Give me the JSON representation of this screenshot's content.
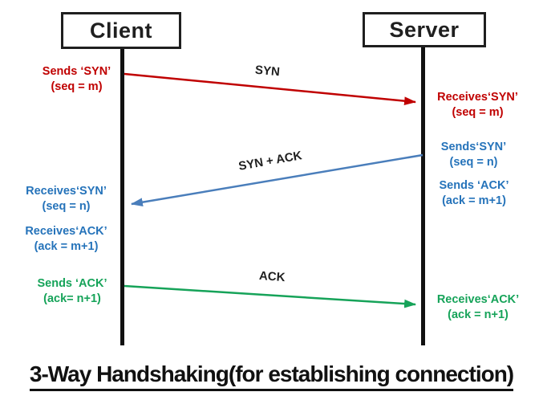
{
  "title": "3-Way Handshaking(for establishing connection)",
  "actors": {
    "client": "Client",
    "server": "Server"
  },
  "messages": {
    "syn": "SYN",
    "syn_ack": "SYN + ACK",
    "ack": "ACK"
  },
  "annotations": {
    "client_sends_syn": {
      "line1": "Sends ‘SYN’",
      "line2": "(seq = m)"
    },
    "server_receives_syn": {
      "line1": "Receives‘SYN’",
      "line2": "(seq = m)"
    },
    "server_sends_syn": {
      "line1": "Sends‘SYN’",
      "line2": "(seq = n)"
    },
    "server_sends_ack": {
      "line1": "Sends ‘ACK’",
      "line2": "(ack = m+1)"
    },
    "client_receives_syn": {
      "line1": "Receives‘SYN’",
      "line2": "(seq = n)"
    },
    "client_receives_ack": {
      "line1": "Receives‘ACK’",
      "line2": "(ack = m+1)"
    },
    "client_sends_ack": {
      "line1": "Sends ‘ACK’",
      "line2": "(ack= n+1)"
    },
    "server_receives_ack": {
      "line1": "Receives‘ACK’",
      "line2": "(ack = n+1)"
    }
  },
  "colors": {
    "red": "#c00000",
    "blue": "#4a7ebb",
    "green": "#16a359",
    "blue_text": "#2573ba",
    "black": "#1f1f1f"
  }
}
